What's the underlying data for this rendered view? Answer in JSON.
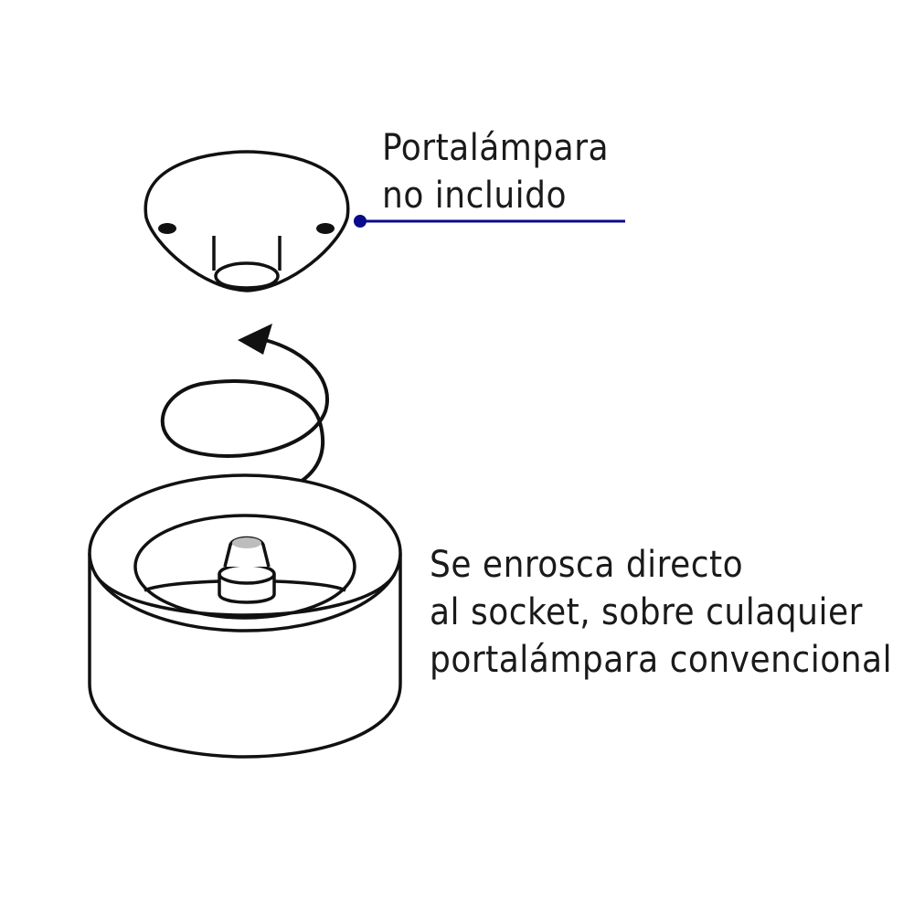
{
  "callout_top": {
    "line1": "Portalámpara",
    "line2": "no incluido"
  },
  "callout_bottom": {
    "line1": "Se enrosca directo",
    "line2": "al socket, sobre culaquier",
    "line3": "portalámpara convencional"
  },
  "colors": {
    "outline": "#111111",
    "leader_line": "#0a0a8c",
    "text": "#1a1a1a",
    "background": "#ffffff"
  }
}
